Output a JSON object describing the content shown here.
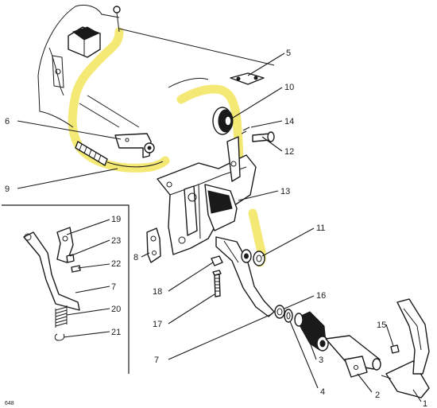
{
  "colors": {
    "ink": "#1a1a1a",
    "highlight": "#f3e766",
    "paper": "#ffffff"
  },
  "figure_code": "648",
  "callouts": {
    "n1": "1",
    "n2": "2",
    "n3": "3",
    "n4": "4",
    "n5": "5",
    "n6": "6",
    "n7_main": "7",
    "n7_inset": "7",
    "n8": "8",
    "n9": "9",
    "n10": "10",
    "n11": "11",
    "n12": "12",
    "n13": "13",
    "n14": "14",
    "n15": "15",
    "n16": "16",
    "n17": "17",
    "n18": "18",
    "n19": "19",
    "n20": "20",
    "n21": "21",
    "n22": "22",
    "n23": "23"
  }
}
